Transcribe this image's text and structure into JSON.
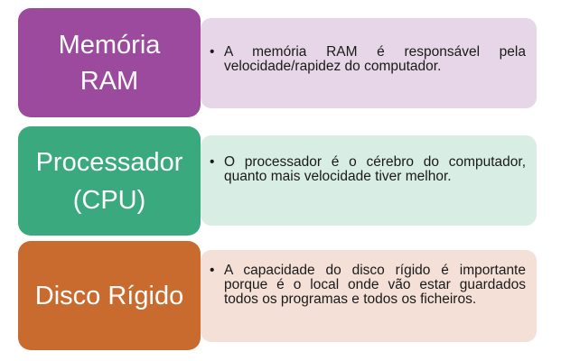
{
  "rows": [
    {
      "label": "Memória RAM",
      "text": "A memória RAM é responsável pela velocidade/rapidez do computador.",
      "label_color": "#9b4a9e",
      "text_bg": "#e6d6e7"
    },
    {
      "label": "Processador (CPU)",
      "text": "O processador é o cérebro do computador, quanto mais velocidade tiver melhor.",
      "label_color": "#3aa97d",
      "text_bg": "#d8ede4"
    },
    {
      "label": "Disco Rígido",
      "text": "A capacidade do disco rígido é importante porque é o local onde vão estar guardados todos os programas e todos os ficheiros.",
      "label_color": "#c96a2e",
      "text_bg": "#f4e0d6"
    }
  ],
  "bullet": "•"
}
